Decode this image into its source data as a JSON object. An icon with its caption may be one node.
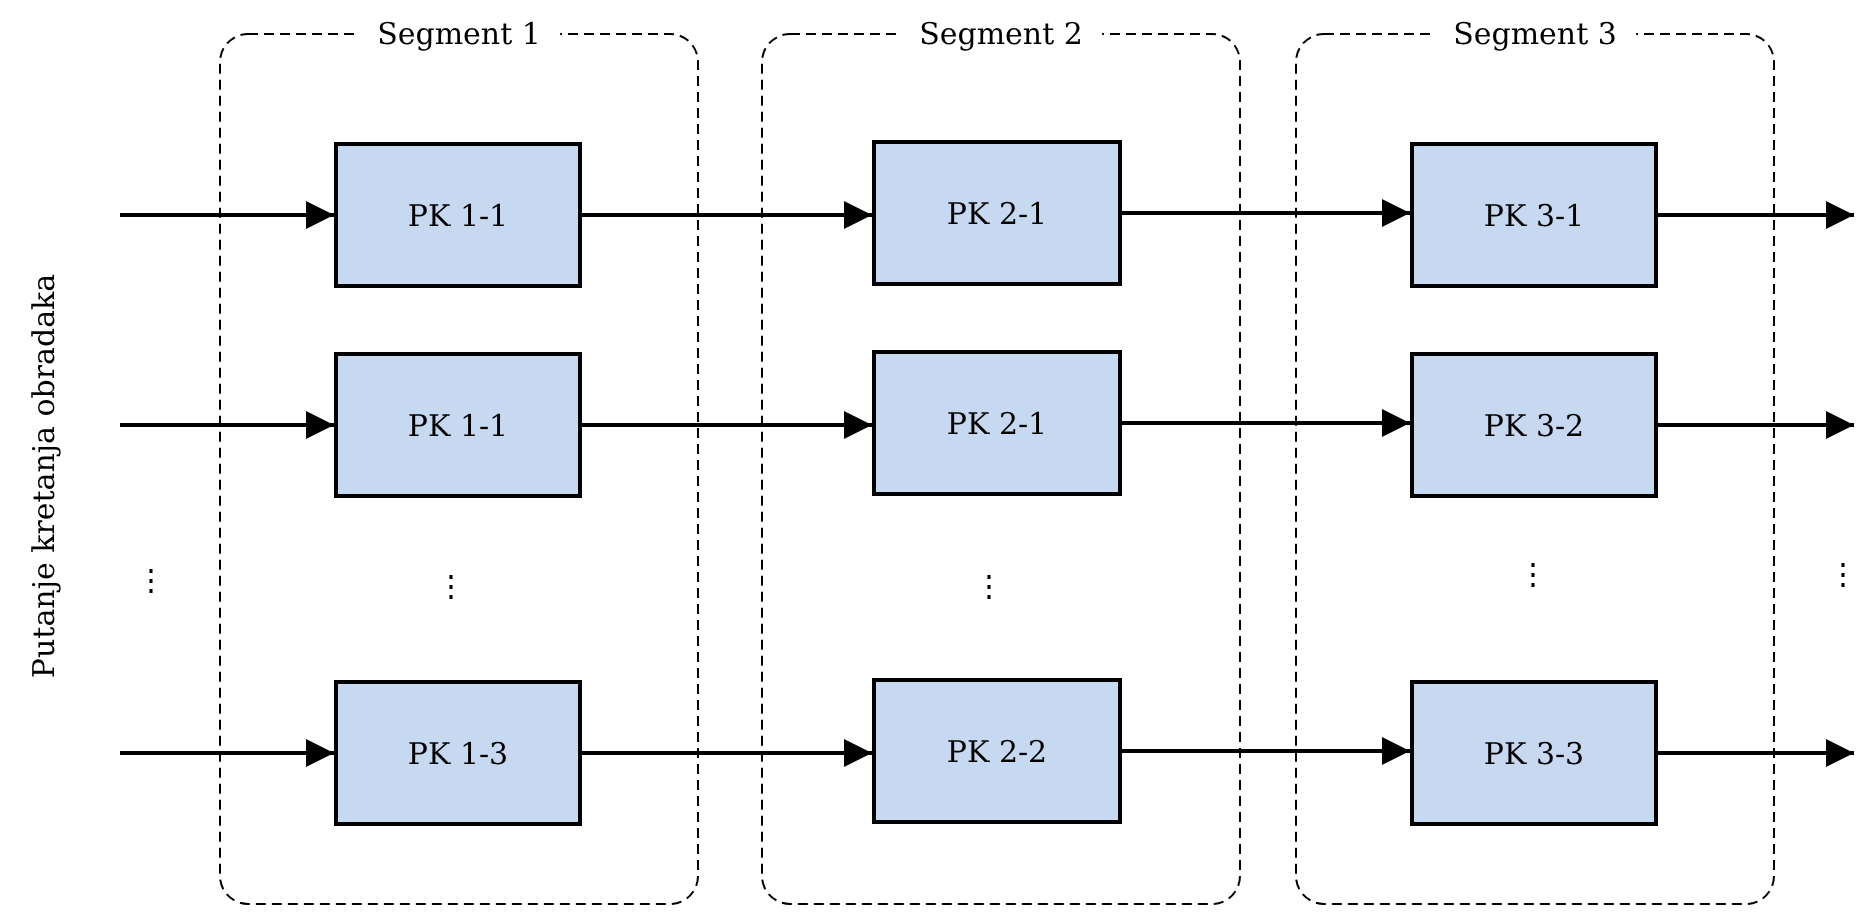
{
  "diagram": {
    "nodes": [
      {
        "text": [
          "Segment 1"
        ]
      },
      {
        "text": [
          "PK 1-1"
        ],
        "in": 0
      },
      {
        "text": [
          "PK 1-1"
        ],
        "in": 0
      },
      {
        "text": [
          "PK 1-3"
        ],
        "in": 0
      },
      {
        "text": [
          "Segment 2"
        ]
      },
      {
        "text": [
          "PK 2-1"
        ],
        "in": 4
      },
      {
        "text": [
          "PK 2-1"
        ],
        "in": 4
      },
      {
        "text": [
          "PK 2-2"
        ],
        "in": 4
      },
      {
        "text": [
          "Segment 3"
        ]
      },
      {
        "text": [
          "PK 3-1"
        ],
        "in": 8
      },
      {
        "text": [
          "PK 3-2"
        ],
        "in": 8
      },
      {
        "text": [
          "PK 3-3"
        ],
        "in": 8
      }
    ],
    "edges": [
      {
        "from": null,
        "to": 1,
        "arrow": "to"
      },
      {
        "from": null,
        "to": 2,
        "arrow": "to"
      },
      {
        "from": null,
        "to": 3,
        "arrow": "to"
      },
      {
        "from": 1,
        "to": 5,
        "arrow": "to"
      },
      {
        "from": 2,
        "to": 6,
        "arrow": "to"
      },
      {
        "from": 3,
        "to": 7,
        "arrow": "to"
      },
      {
        "from": 5,
        "to": 9,
        "arrow": "to"
      },
      {
        "from": 6,
        "to": 10,
        "arrow": "to"
      },
      {
        "from": 7,
        "to": 11,
        "arrow": "to"
      },
      {
        "from": 9,
        "to": null,
        "arrow": "to"
      },
      {
        "from": 10,
        "to": null,
        "arrow": "to"
      },
      {
        "from": 11,
        "to": null,
        "arrow": "to"
      }
    ],
    "labels": [
      "Putanje kretanja obradaka",
      "⋮",
      "⋮",
      "⋮",
      "⋮",
      "⋮"
    ]
  }
}
